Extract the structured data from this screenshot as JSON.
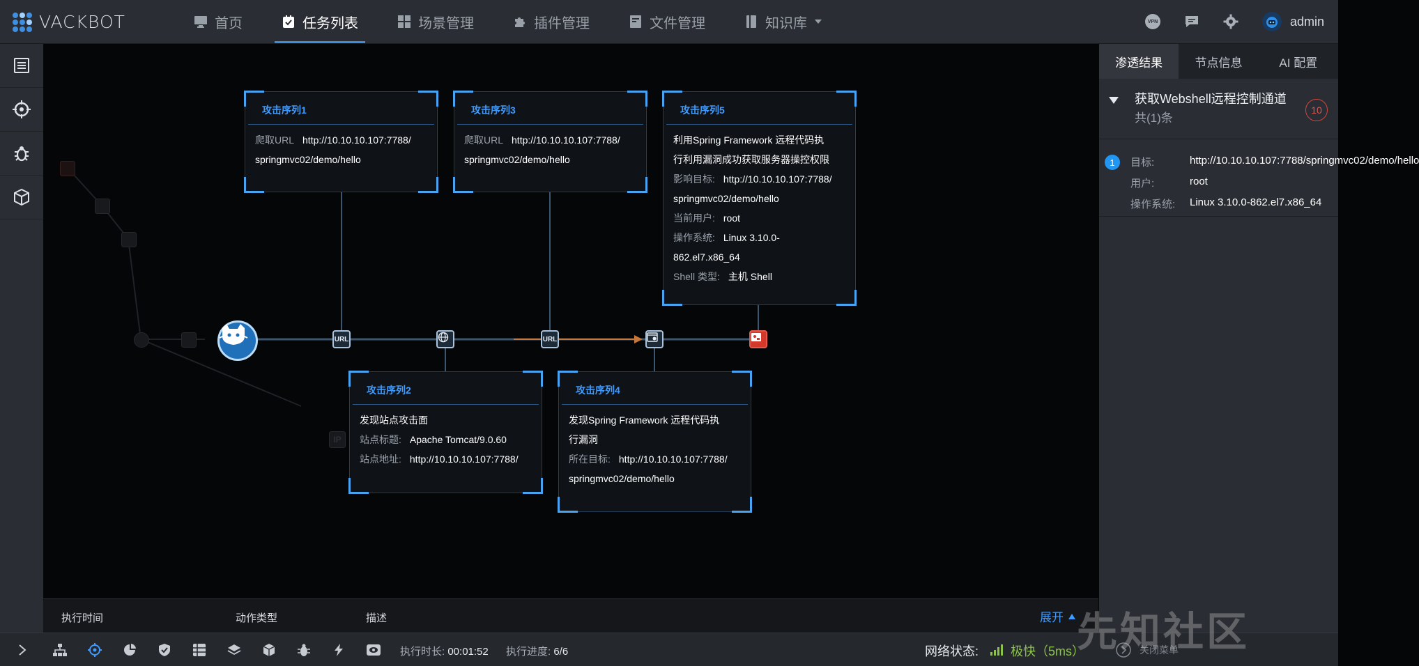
{
  "app": {
    "logo": "VACKBOT"
  },
  "nav": [
    {
      "label": "首页",
      "icon": "monitor-icon"
    },
    {
      "label": "任务列表",
      "icon": "task-icon",
      "active": true
    },
    {
      "label": "场景管理",
      "icon": "grid-icon"
    },
    {
      "label": "插件管理",
      "icon": "puzzle-icon"
    },
    {
      "label": "文件管理",
      "icon": "file-icon"
    },
    {
      "label": "知识库",
      "icon": "book-icon",
      "dropdown": true
    }
  ],
  "topright": {
    "user": "admin",
    "vpn_label": "VPN"
  },
  "cards": {
    "c1": {
      "title": "攻击序列1",
      "k1": "爬取URL",
      "v1": "http://10.10.10.107:7788/",
      "v1b": "springmvc02/demo/hello"
    },
    "c3": {
      "title": "攻击序列3",
      "k1": "爬取URL",
      "v1": "http://10.10.10.107:7788/",
      "v1b": "springmvc02/demo/hello"
    },
    "c5": {
      "title": "攻击序列5",
      "line1": "利用Spring Framework 远程代码执",
      "line2": "行利用漏洞成功获取服务器操控权限",
      "k_target": "影响目标:",
      "v_target": "http://10.10.10.107:7788/",
      "v_target_b": "springmvc02/demo/hello",
      "k_user": "当前用户:",
      "v_user": "root",
      "k_os": "操作系统:",
      "v_os": "Linux 3.10.0-",
      "v_os_b": "862.el7.x86_64",
      "k_shell": "Shell 类型:",
      "v_shell": "主机 Shell"
    },
    "c2": {
      "title": "攻击序列2",
      "line1": "发现站点攻击面",
      "k_title": "站点标题:",
      "v_title": "Apache Tomcat/9.0.60",
      "k_addr": "站点地址:",
      "v_addr": "http://10.10.10.107:7788/"
    },
    "c4": {
      "title": "攻击序列4",
      "line1": "发现Spring Framework 远程代码执",
      "line2": "行漏洞",
      "k_target": "所在目标:",
      "v_target": "http://10.10.10.107:7788/",
      "v_target_b": "springmvc02/demo/hello"
    }
  },
  "nodes": {
    "url": "URL",
    "ip": "IP"
  },
  "table": {
    "col1": "执行时间",
    "col2": "动作类型",
    "col3": "描述",
    "expand": "展开"
  },
  "status": {
    "duration_label": "执行时长:",
    "duration": "00:01:52",
    "progress_label": "执行进度:",
    "progress": "6/6",
    "network_label": "网络状态:",
    "network_value": "极快（5ms）",
    "close_menu": "关闭菜单"
  },
  "rpanel": {
    "tabs": [
      "渗透结果",
      "节点信息",
      "AI 配置"
    ],
    "result_title": "获取Webshell远程控制通道",
    "result_count": "共(1)条",
    "badge": "10",
    "item_num": "1",
    "k_target": "目标:",
    "v_target": "http://10.10.10.107:7788/springmvc02/demo/hello",
    "k_user": "用户:",
    "v_user": "root",
    "k_os": "操作系统:",
    "v_os": "Linux 3.10.0-862.el7.x86_64"
  },
  "watermark": "先知社区",
  "colors": {
    "accent": "#3b8bde",
    "card_title": "#3e9bff",
    "network_ok": "#8bc34a",
    "danger": "#d33a2c"
  }
}
